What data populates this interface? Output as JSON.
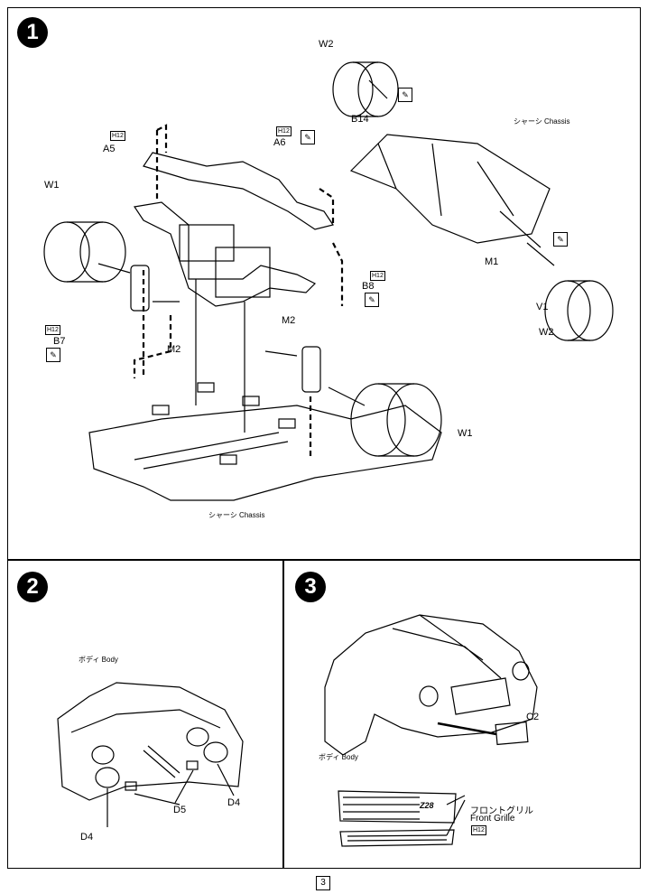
{
  "steps": [
    {
      "number": "1",
      "labels": {
        "w2_top": "W2",
        "b14": "B14",
        "chassis_top": "シャーシ Chassis",
        "m1": "M1",
        "v1": "V1",
        "w2_right": "W2",
        "h12_a6": "H12",
        "a6": "A6",
        "h12_a5": "H12",
        "a5": "A5",
        "w1_left": "W1",
        "h12_b7": "H12",
        "b7": "B7",
        "m2_left": "M2",
        "m2_right": "M2",
        "h12_b8": "H12",
        "b8": "B8",
        "w1_right": "W1",
        "chassis_bottom": "シャーシ Chassis"
      }
    },
    {
      "number": "2",
      "labels": {
        "body": "ボディ Body",
        "d4_left": "D4",
        "d5": "D5",
        "d4_right": "D4"
      }
    },
    {
      "number": "3",
      "labels": {
        "c2": "C2",
        "body": "ボディ Body",
        "front_grille_jp": "フロントグリル",
        "front_grille_en": "Front Grille",
        "h12": "H12",
        "emblem": "Z28"
      }
    }
  ],
  "page_number": "3",
  "icons": {
    "glue": "glue-bottle-icon"
  }
}
